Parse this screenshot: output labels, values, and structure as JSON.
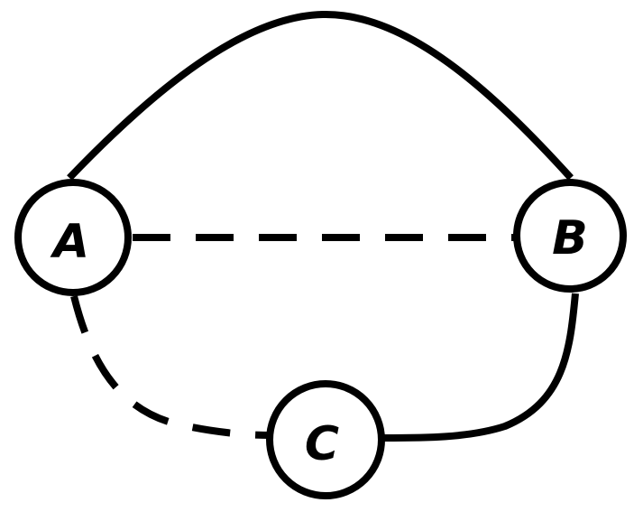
{
  "graph": {
    "nodes": [
      {
        "id": "A",
        "label": "A"
      },
      {
        "id": "B",
        "label": "B"
      },
      {
        "id": "C",
        "label": "C"
      }
    ],
    "edges": [
      {
        "from": "A",
        "to": "B",
        "style": "solid"
      },
      {
        "from": "A",
        "to": "B",
        "style": "dashed"
      },
      {
        "from": "A",
        "to": "C",
        "style": "dashed"
      },
      {
        "from": "B",
        "to": "C",
        "style": "solid"
      }
    ]
  }
}
